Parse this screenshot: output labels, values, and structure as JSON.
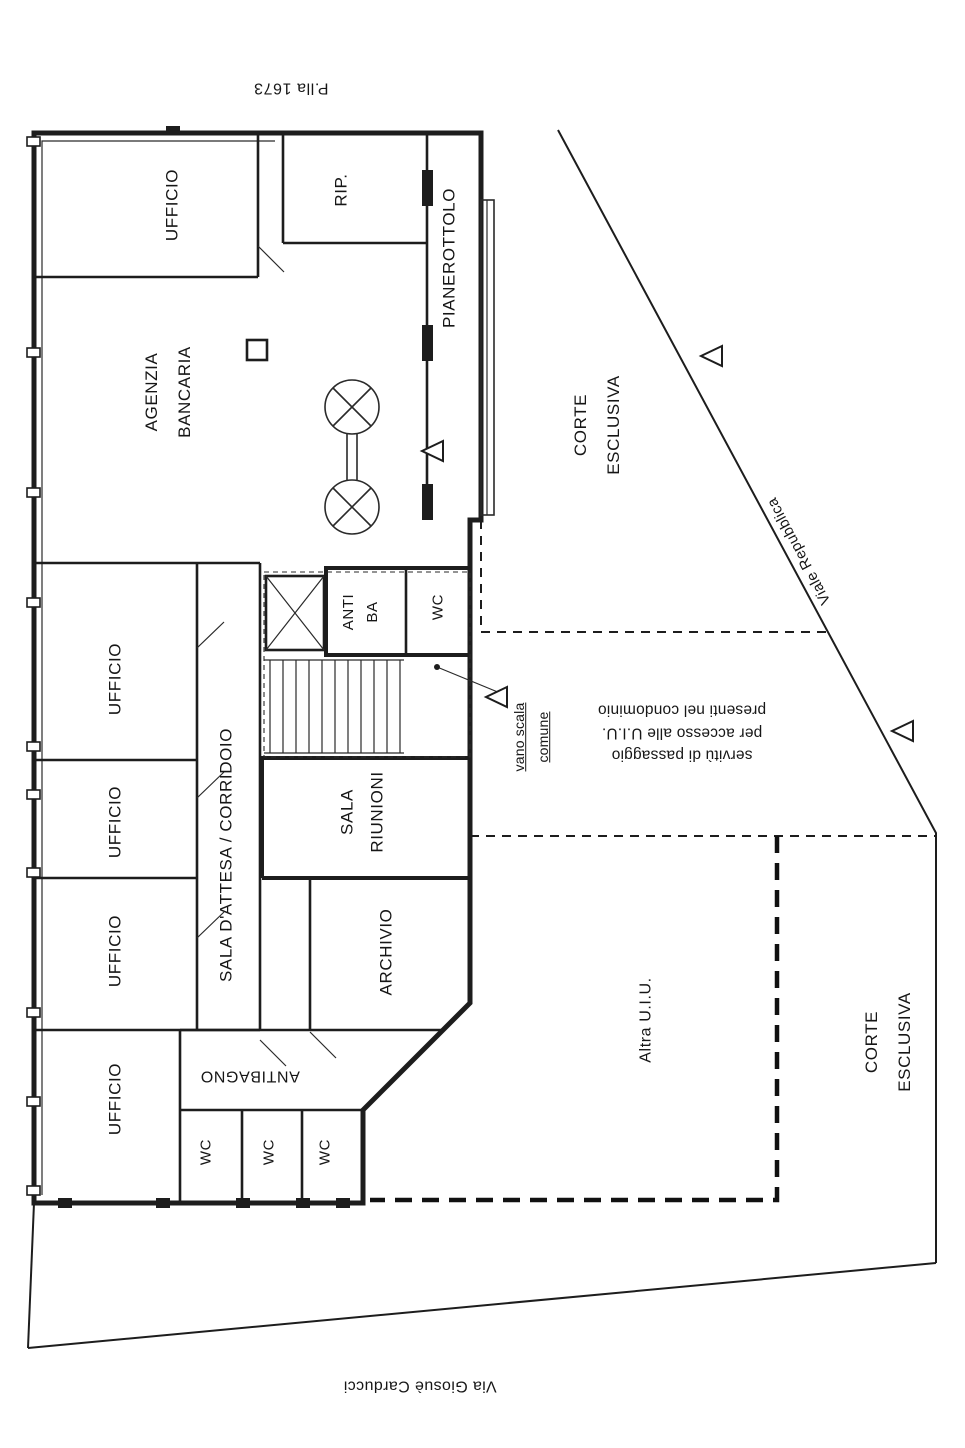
{
  "page": {
    "background": "#ffffff",
    "line_color": "#1d1d1d"
  },
  "plan": {
    "parcel": "P.lla 1673",
    "streets": {
      "right": "Viale Repubblica",
      "bottom": "Via Giosuè Carducci"
    },
    "rooms": {
      "ufficio_1": "UFFICIO",
      "rip": "RIP.",
      "pianerottolo": "PIANEROTTOLO",
      "agenzia": [
        "AGENZIA",
        "BANCARIA"
      ],
      "corte_top": [
        "CORTE",
        "ESCLUSIVA"
      ],
      "anti_ba": [
        "ANTI",
        "BA"
      ],
      "wc_top": "WC",
      "ufficio_2": "UFFICIO",
      "sala_attesa": "SALA D'ATTESA / CORRIDOIO",
      "ufficio_3": "UFFICIO",
      "sala_riunioni": [
        "SALA",
        "RIUNIONI"
      ],
      "ufficio_4": "UFFICIO",
      "archivio": "ARCHIVIO",
      "ufficio_5": "UFFICIO",
      "antibagno": "ANTIBAGNO",
      "wc_1": "WC",
      "wc_2": "WC",
      "wc_3": "WC",
      "altra_uiu": "Altra U.I.U.",
      "corte_bottom": [
        "CORTE",
        "ESCLUSIVA"
      ]
    },
    "annotations": {
      "vano_scala": [
        "vano scala",
        "comune"
      ],
      "servitu": [
        "servitù di passaggio",
        "per accesso alle U.I.U.",
        "presenti nel condominio"
      ]
    }
  }
}
